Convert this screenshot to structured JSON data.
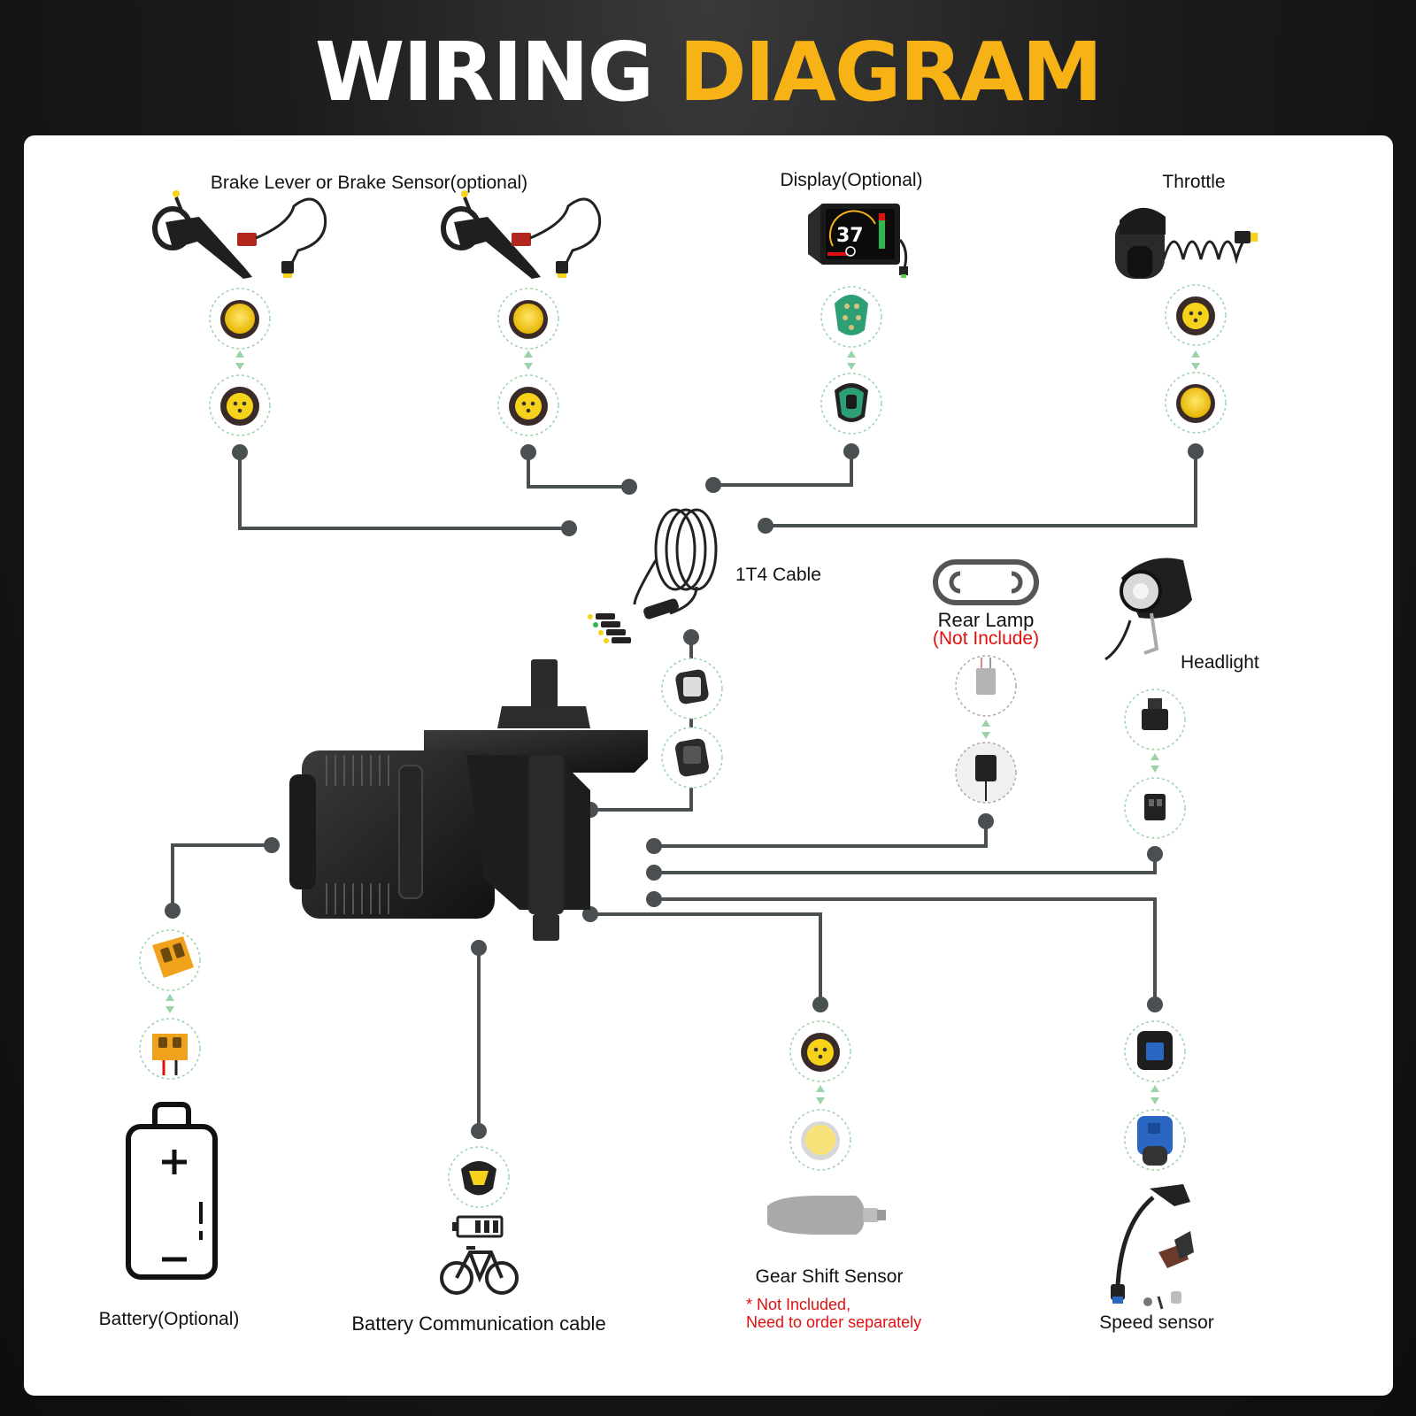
{
  "title": {
    "part1": "WIRING",
    "part2": "DIAGRAM"
  },
  "colors": {
    "accent": "#f7b216",
    "wire": "#4a4f52",
    "note": "#e01010",
    "connector_yellow": "#f6d21a",
    "connector_green": "#2e9e74"
  },
  "labels": {
    "brake": "Brake Lever or Brake Sensor(optional)",
    "display": "Display(Optional)",
    "throttle": "Throttle",
    "cable_1t4": "1T4 Cable",
    "rear_lamp": "Rear Lamp",
    "rear_lamp_note": "(Not Include)",
    "headlight": "Headlight",
    "battery": "Battery(Optional)",
    "battery_comm": "Battery Communication cable",
    "gear_shift": "Gear Shift Sensor",
    "gear_note1": "* Not Included,",
    "gear_note2": "Need to order separately",
    "speed_sensor": "Speed sensor"
  },
  "display_readout": "37"
}
